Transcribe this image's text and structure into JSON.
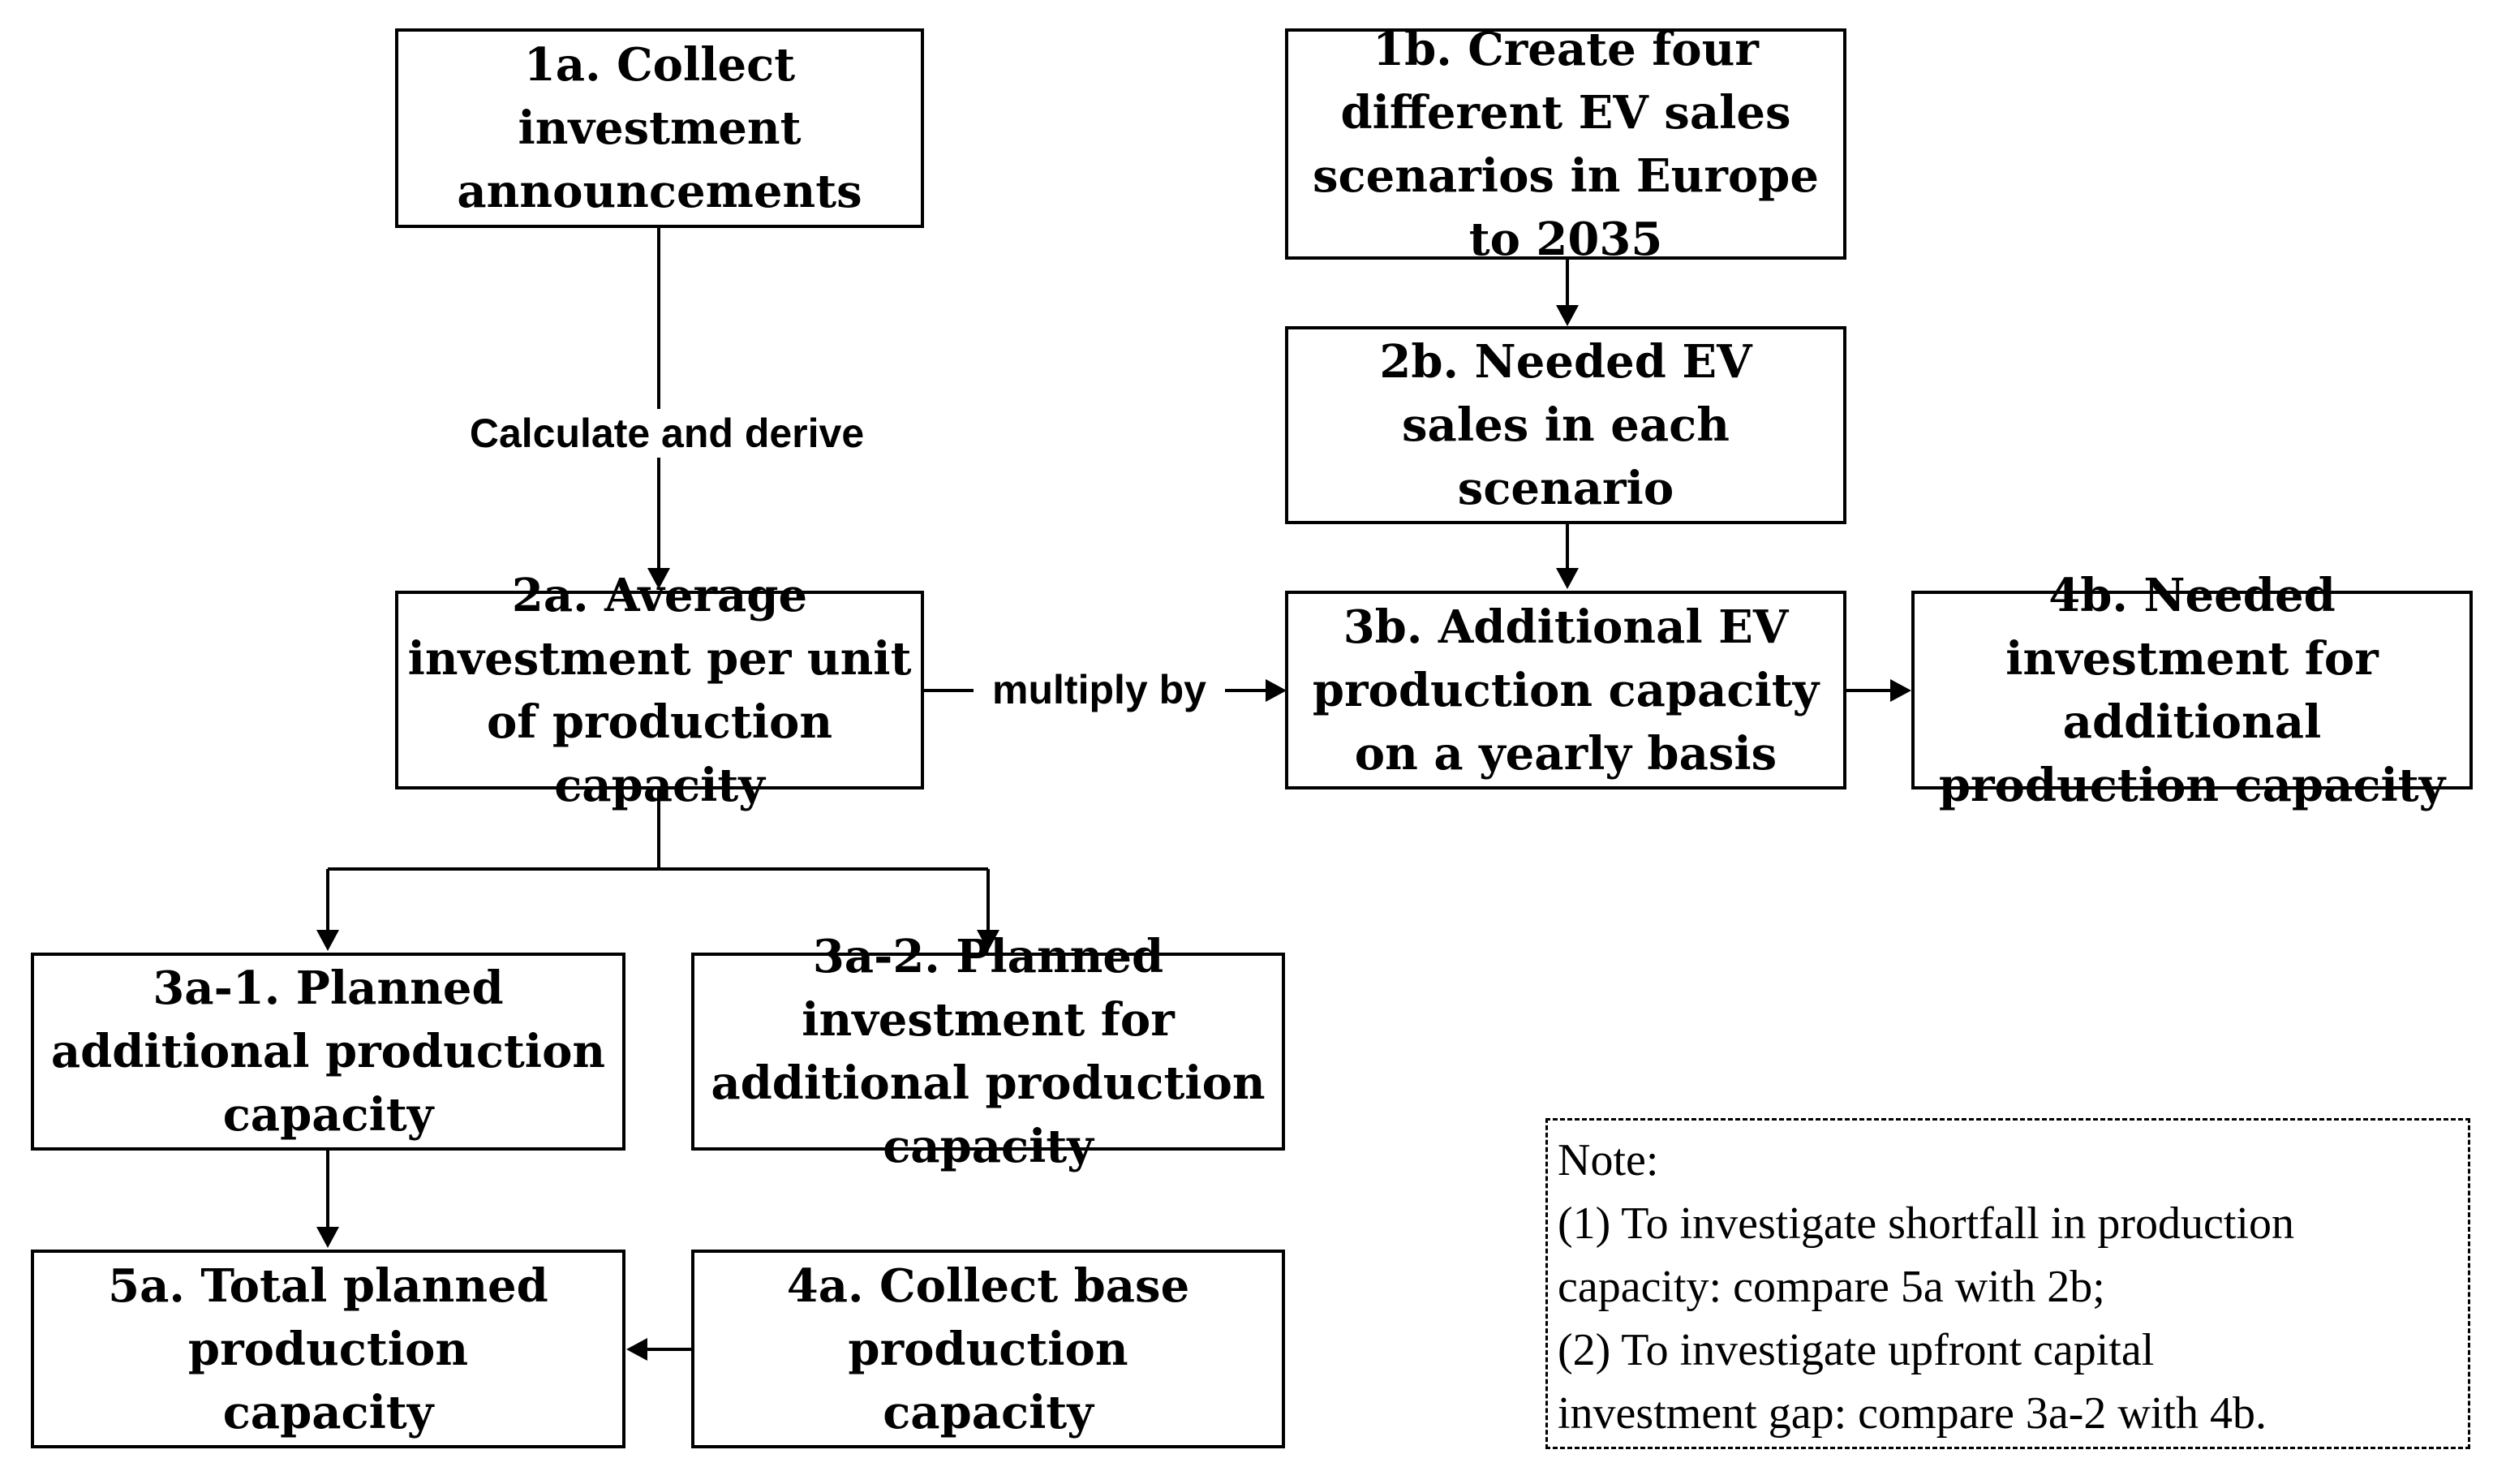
{
  "nodes": {
    "n1a": "1a. Collect investment announcements",
    "n1b": "1b. Create four different EV sales scenarios in Europe to 2035",
    "n2a": "2a. Average investment per unit of production capacity",
    "n2b": "2b. Needed EV sales in each scenario",
    "n3b": "3b. Additional EV production capacity on a yearly basis",
    "n4b": "4b. Needed investment for additional production capacity",
    "n3a1": "3a-1. Planned additional production capacity",
    "n3a2": "3a-2. Planned investment for additional production capacity",
    "n5a": "5a. Total planned production capacity",
    "n4a": "4a. Collect base production capacity"
  },
  "edge_labels": {
    "calc": "Calculate and derive",
    "multiply": "multiply by"
  },
  "note": {
    "title": "Note:",
    "line1": "(1) To investigate shortfall in production",
    "line2": "capacity: compare 5a with 2b;",
    "line3": "(2) To investigate upfront capital",
    "line4": "investment gap: compare 3a-2 with 4b."
  },
  "colors": {
    "stroke": "#000000",
    "background": "#ffffff"
  }
}
